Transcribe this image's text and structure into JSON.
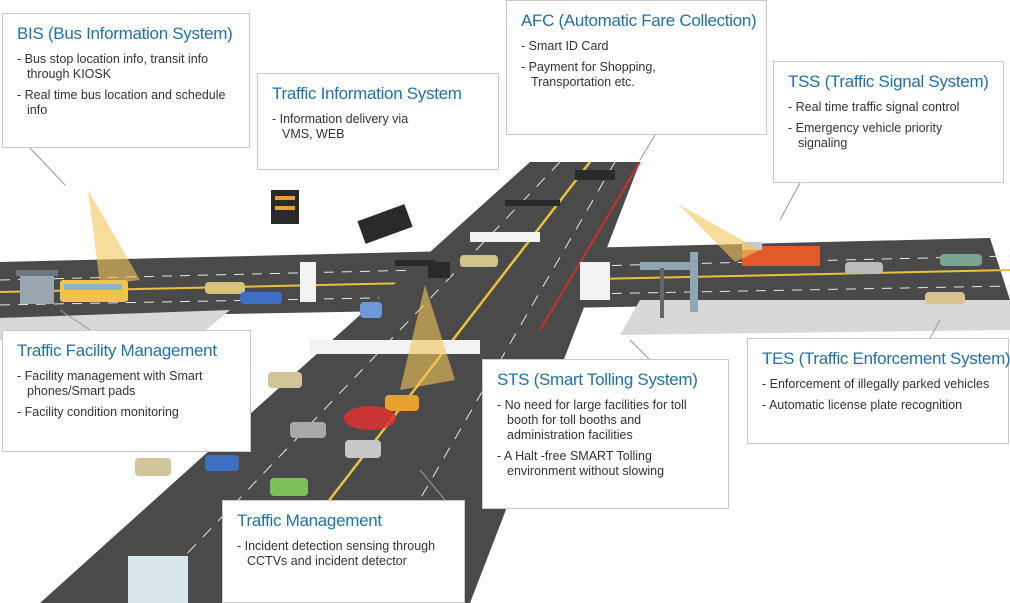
{
  "colors": {
    "title": "#1f72a8",
    "text": "#333333",
    "road": "#4a4a4a",
    "border": "#c9c9c9"
  },
  "boxes": {
    "bis": {
      "title": "BIS (Bus Information System)",
      "items": [
        "- Bus stop location info, transit info through KIOSK",
        "- Real time bus location and schedule info"
      ]
    },
    "tis": {
      "title": "Traffic Information System",
      "items": [
        "- Information delivery via VMS, WEB"
      ]
    },
    "afc": {
      "title": "AFC (Automatic Fare Collection)",
      "items": [
        "- Smart ID Card",
        "- Payment for Shopping, Transportation etc."
      ]
    },
    "tss": {
      "title": "TSS (Traffic Signal System)",
      "items": [
        "- Real time traffic signal control",
        "- Emergency vehicle priority signaling"
      ]
    },
    "tfm": {
      "title": "Traffic Facility Management",
      "items": [
        "- Facility management with Smart phones/Smart pads",
        "- Facility condition monitoring"
      ]
    },
    "sts": {
      "title": "STS (Smart Tolling System)",
      "items": [
        "- No need for large facilities  for toll booth for toll booths  and administration facilities",
        "- A Halt -free SMART Tolling environment without  slowing"
      ]
    },
    "tes": {
      "title": "TES (Traffic Enforcement System)",
      "items": [
        "- Enforcement of illegally parked vehicles",
        "- Automatic license plate recognition"
      ]
    },
    "tm": {
      "title": "Traffic Management",
      "items": [
        "- Incident detection sensing through CCTVs and incident detector"
      ]
    }
  },
  "icons": [
    "bus-stop-icon",
    "bus-icon",
    "car-icon",
    "fire-truck-icon",
    "traffic-light-icon",
    "vms-sign-icon",
    "toll-gantry-icon",
    "cctv-beam-icon",
    "incident-flash-icon"
  ]
}
